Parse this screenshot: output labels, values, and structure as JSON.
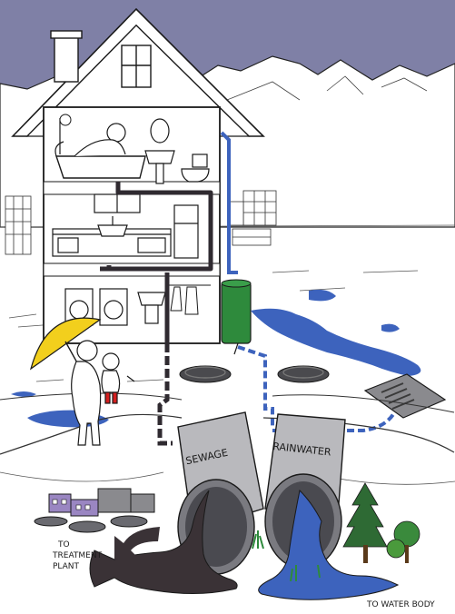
{
  "labels": {
    "sewage": "SEWAGE",
    "rainwater": "RAINWATER",
    "treatment_line1": "TO",
    "treatment_line2": "TREATMENT",
    "treatment_line3": "PLANT",
    "water_body": "TO WATER BODY"
  },
  "colors": {
    "sky": "#7f80a6",
    "rainwater": "#3d63bd",
    "sewage": "#3a3236",
    "sewage_pipe": "#2f2a30",
    "barrel": "#2e8a3c",
    "umbrella": "#f2cf1d",
    "pipe_grey": "#b9b9bd",
    "boot": "#d42020",
    "facility": "#9a86c2"
  },
  "icons": [
    "house",
    "bathtub",
    "toilet",
    "sink",
    "washing-machine",
    "rain-barrel",
    "umbrella",
    "manhole-cover",
    "storm-drain",
    "sewer-pipe",
    "storm-pipe",
    "treatment-plant",
    "tree"
  ]
}
